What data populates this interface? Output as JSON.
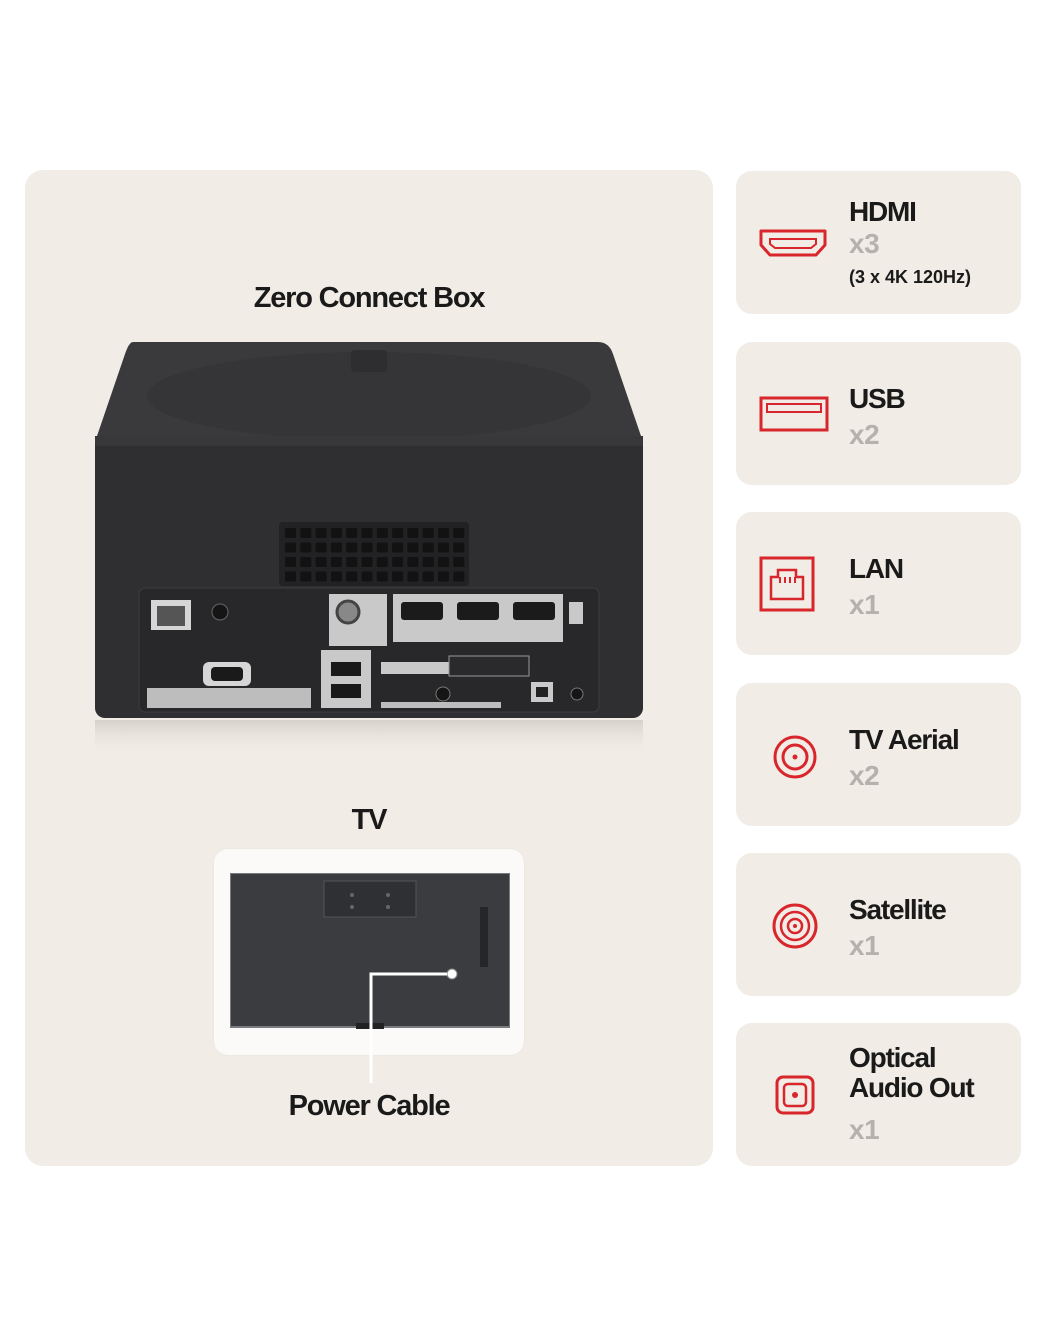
{
  "devices": {
    "box_title": "Zero Connect Box",
    "tv_title": "TV",
    "power_title": "Power Cable"
  },
  "ports": [
    {
      "name": "HDMI",
      "count": "x3",
      "note": "(3 x 4K 120Hz)",
      "icon": "hdmi-port-icon"
    },
    {
      "name": "USB",
      "count": "x2",
      "icon": "usb-port-icon"
    },
    {
      "name": "LAN",
      "count": "x1",
      "icon": "lan-port-icon"
    },
    {
      "name": "TV Aerial",
      "count": "x2",
      "icon": "aerial-port-icon"
    },
    {
      "name": "Satellite",
      "count": "x1",
      "icon": "satellite-port-icon"
    },
    {
      "name_line1": "Optical",
      "name_line2": "Audio Out",
      "count": "x1",
      "icon": "optical-port-icon"
    }
  ],
  "colors": {
    "accent": "#d8262c",
    "panel": "#f1ece5",
    "muted": "#b5b1ad"
  }
}
